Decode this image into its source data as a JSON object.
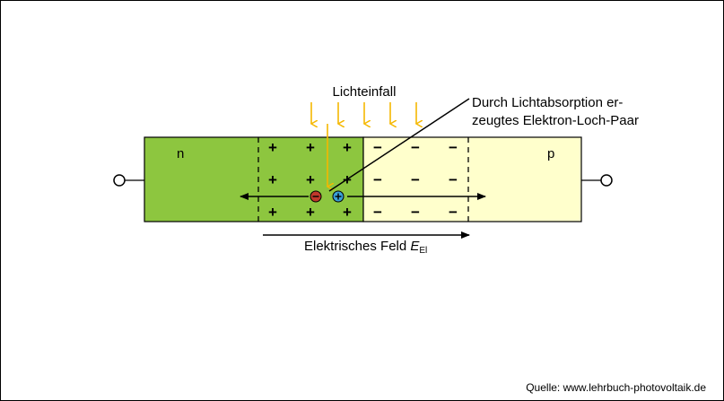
{
  "diagram": {
    "region_n_label": "n",
    "region_p_label": "p",
    "light_label": "Lichteinfall",
    "callout_line1": "Durch Lichtabsorption er-",
    "callout_line2": "zeugtes Elektron-Loch-Paar",
    "field_label_prefix": "Elektrisches Feld ",
    "field_symbol": "E",
    "field_subscript": "El",
    "plus_symbol": "+",
    "minus_symbol": "−",
    "source": "Quelle: www.lehrbuch-photovoltaik.de"
  },
  "colors": {
    "n_region": "#8dc63f",
    "p_region": "#ffffcc",
    "light_arrows": "#f5b800",
    "electron": "#c0392b",
    "hole": "#3aa0d8"
  }
}
